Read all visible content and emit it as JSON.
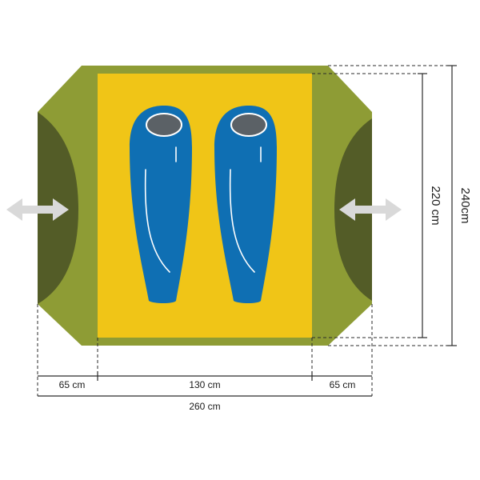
{
  "colors": {
    "tent_outer": "#8e9c35",
    "vestibule_shadow": "#535c27",
    "inner_floor": "#f0c517",
    "sleeping_bag": "#0f6fb3",
    "sleeping_bag_hood": "#5b6166",
    "arrow": "#d9d9d9",
    "dimension_line": "#2b2b2b"
  },
  "dimensions": {
    "left_vestibule": "65 cm",
    "inner_width": "130 cm",
    "right_vestibule": "65 cm",
    "total_width": "260 cm",
    "inner_length": "220 cm",
    "total_length": "240cm"
  },
  "sleeping_bag_count": 2
}
